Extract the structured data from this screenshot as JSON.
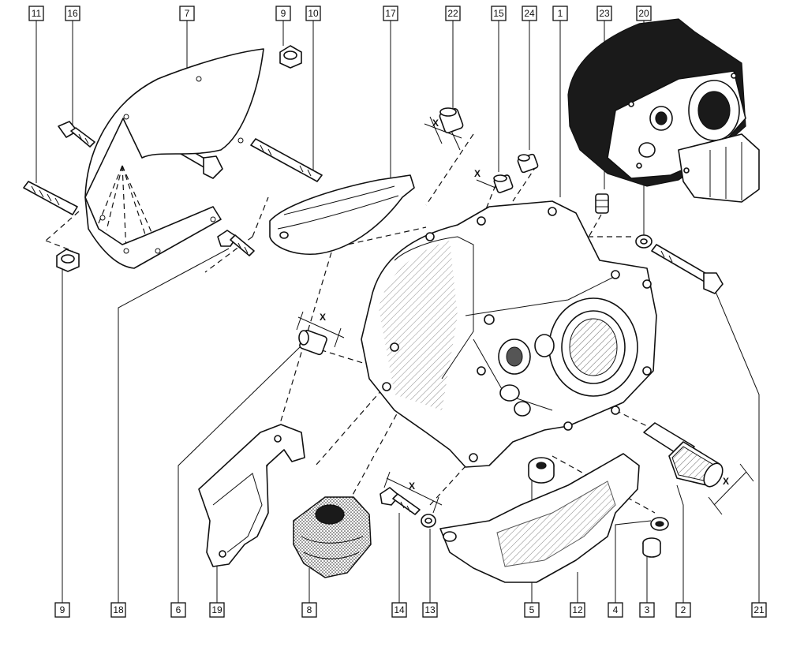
{
  "callouts_top": [
    "11",
    "16",
    "7",
    "9",
    "10",
    "17",
    "22",
    "15",
    "24",
    "1",
    "23",
    "20"
  ],
  "callouts_bottom": [
    "9",
    "18",
    "6",
    "19",
    "8",
    "14",
    "13",
    "5",
    "12",
    "4",
    "3",
    "2",
    "21"
  ],
  "dimension_label": "X"
}
